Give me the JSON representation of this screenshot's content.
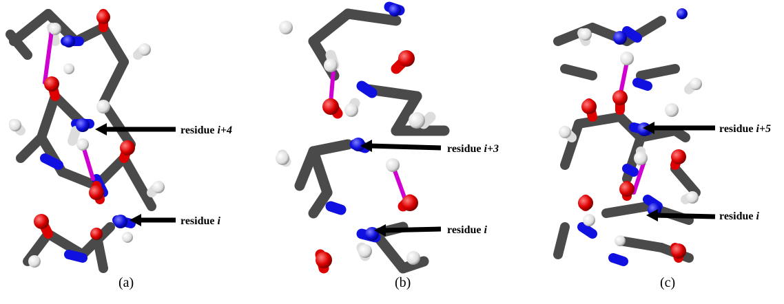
{
  "panels": [
    {
      "caption": "(a)",
      "labels": [
        {
          "prefix": "residue ",
          "italic": "i+4"
        },
        {
          "prefix": "residue ",
          "italic": "i"
        }
      ]
    },
    {
      "caption": "(b)",
      "labels": [
        {
          "prefix": "residue ",
          "italic": "i+3"
        },
        {
          "prefix": "residue ",
          "italic": "i"
        }
      ]
    },
    {
      "caption": "(c)",
      "labels": [
        {
          "prefix": "residue ",
          "italic": "i+5"
        },
        {
          "prefix": "residue ",
          "italic": "i"
        }
      ]
    }
  ],
  "colors": {
    "carbon": "#4a4a4a",
    "nitrogen": "#1010e0",
    "oxygen": "#e00000",
    "hydrogen": "#e8e8e8",
    "hbond": "#d000d0",
    "arrow": "#000000"
  }
}
